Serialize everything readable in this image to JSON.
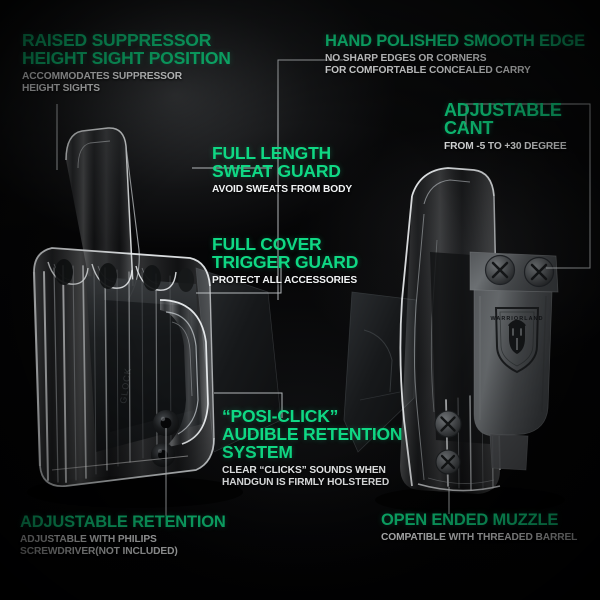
{
  "meta": {
    "brand": "WARRIORLAND",
    "accent_green": "#0fd884",
    "text_white": "#f2f4f5",
    "background": "#050505"
  },
  "callouts": [
    {
      "id": "raised-suppressor",
      "title": "RAISED SUPPRESSOR\nHEIGHT SIGHT POSITION",
      "subtitle": "ACCOMMODATES SUPPRESSOR\nHEIGHT SIGHTS"
    },
    {
      "id": "hand-polished",
      "title": "HAND POLISHED SMOOTH EDGE",
      "subtitle": "NO SHARP EDGES OR CORNERS\nFOR COMFORTABLE CONCEALED CARRY"
    },
    {
      "id": "adjustable-cant",
      "title": "ADJUSTABLE CANT",
      "subtitle": "FROM -5 TO +30 DEGREE"
    },
    {
      "id": "full-length-sweat-guard",
      "title": "FULL LENGTH\nSWEAT GUARD",
      "subtitle": "AVOID SWEATS FROM BODY"
    },
    {
      "id": "full-cover-trigger-guard",
      "title": "FULL COVER\nTRIGGER GUARD",
      "subtitle": "PROTECT ALL ACCESSORIES"
    },
    {
      "id": "posi-click",
      "title": "“POSI-CLICK”\nAUDIBLE RETENTION\nSYSTEM",
      "subtitle": "CLEAR “CLICKS” SOUNDS WHEN\nHANDGUN IS FIRMLY HOLSTERED"
    },
    {
      "id": "adjustable-retention",
      "title": "ADJUSTABLE RETENTION",
      "subtitle": "ADJUSTABLE WITH PHILIPS\nSCREWDRIVER(NOT INCLUDED)"
    },
    {
      "id": "open-ended-muzzle",
      "title": "OPEN ENDED MUZZLE",
      "subtitle": "COMPATIBLE WITH THREADED BARREL"
    }
  ],
  "products": {
    "left": {
      "name": "clear-polymer-holster-front-view"
    },
    "right": {
      "name": "clear-polymer-holster-rear-view-with-belt-clip"
    }
  }
}
